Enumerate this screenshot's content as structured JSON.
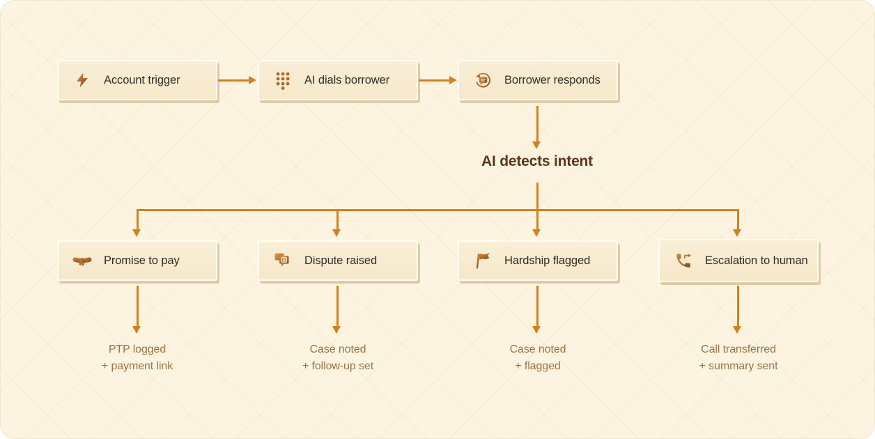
{
  "colors": {
    "background": "#FCF4E0",
    "node_fill": "#F7EACE",
    "node_shadow": "#DFCBA7",
    "arrow": "#D2811E",
    "heading_text": "#5E321D",
    "node_text": "#2F2D28",
    "outcome_text": "#9B7349",
    "icon_gradient_start": "#CF8A3E",
    "icon_gradient_end": "#8C4B19"
  },
  "top_row": [
    {
      "id": "account-trigger",
      "icon": "bolt-icon",
      "label": "Account trigger"
    },
    {
      "id": "ai-dials-borrower",
      "icon": "dialpad-icon",
      "label": "AI dials borrower"
    },
    {
      "id": "borrower-responds",
      "icon": "message-loop-icon",
      "label": "Borrower responds"
    }
  ],
  "decision": {
    "label": "AI detects intent"
  },
  "branches": [
    {
      "id": "promise-to-pay",
      "icon": "handshake-icon",
      "label": "Promise to pay",
      "outcome_line1": "PTP logged",
      "outcome_line2": "+ payment link"
    },
    {
      "id": "dispute-raised",
      "icon": "dispute-icon",
      "label": "Dispute raised",
      "outcome_line1": "Case noted",
      "outcome_line2": "+ follow-up set"
    },
    {
      "id": "hardship-flagged",
      "icon": "flag-icon",
      "label": "Hardship flagged",
      "outcome_line1": "Case noted",
      "outcome_line2": "+ flagged"
    },
    {
      "id": "escalation-to-human",
      "icon": "phone-forward-icon",
      "label": "Escalation to human",
      "outcome_line1": "Call transferred",
      "outcome_line2": "+ summary sent"
    }
  ]
}
